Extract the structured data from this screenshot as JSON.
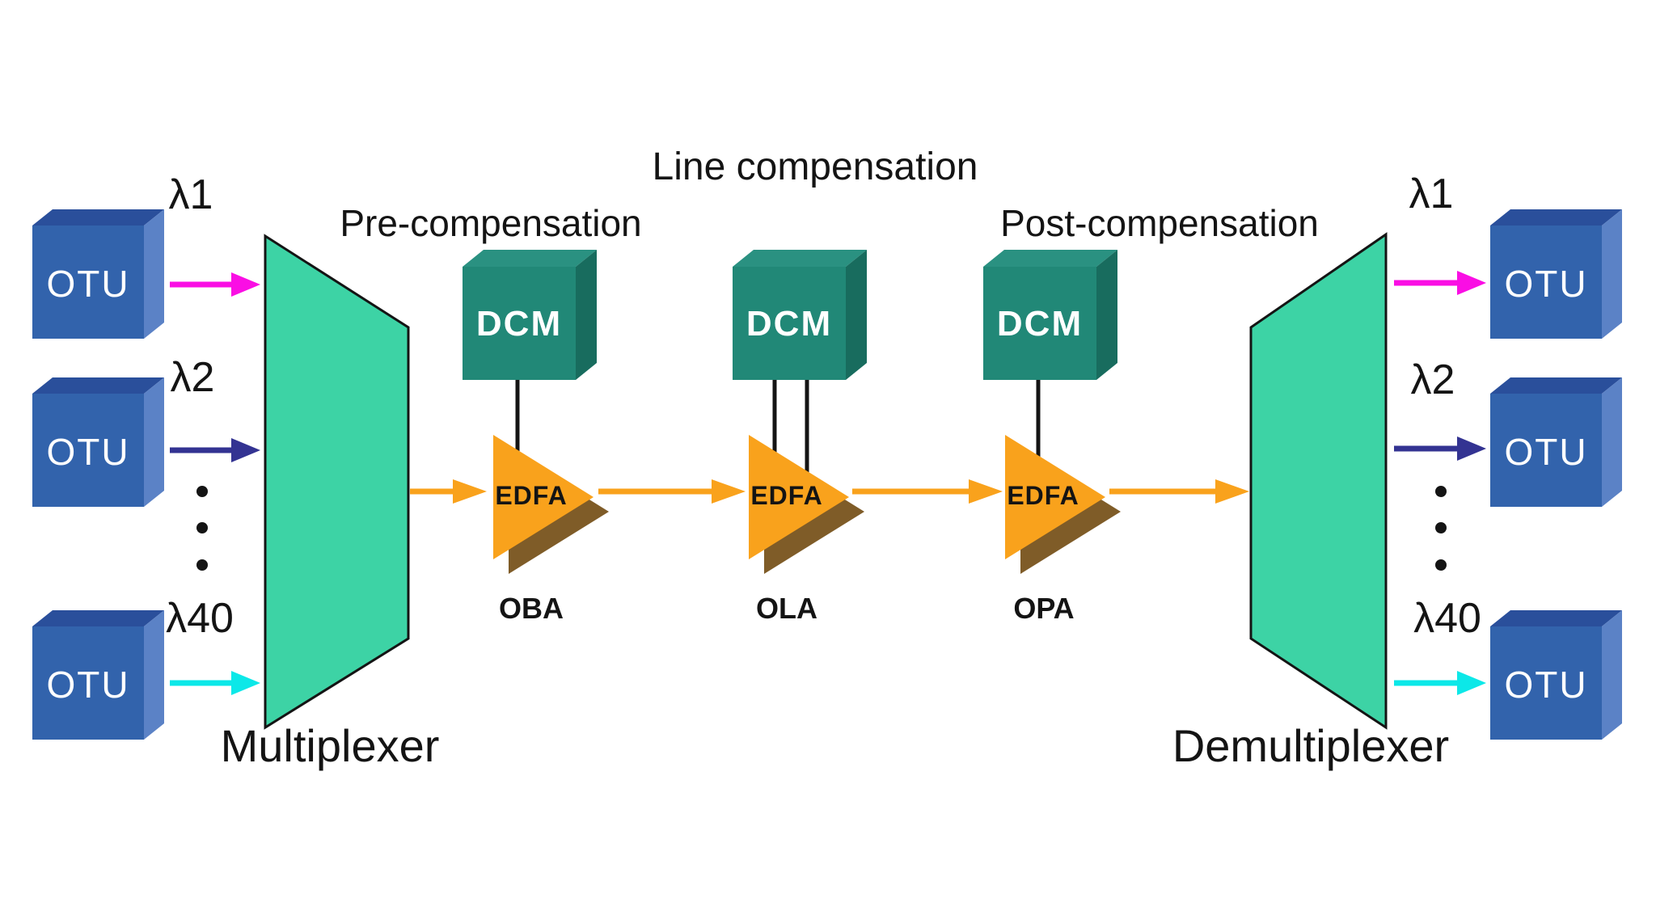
{
  "diagram": {
    "section_labels": {
      "pre": "Pre-compensation",
      "line": "Line compensation",
      "post": "Post-compensation"
    },
    "multiplexer_label": "Multiplexer",
    "demultiplexer_label": "Demultiplexer",
    "left_channels": [
      {
        "otu": "OTU",
        "wavelength": "λ1"
      },
      {
        "otu": "OTU",
        "wavelength": "λ2"
      },
      {
        "otu": "OTU",
        "wavelength": "λ40"
      }
    ],
    "right_channels": [
      {
        "otu": "OTU",
        "wavelength": "λ1"
      },
      {
        "otu": "OTU",
        "wavelength": "λ2"
      },
      {
        "otu": "OTU",
        "wavelength": "λ40"
      }
    ],
    "amplifier_stages": [
      {
        "dcm": "DCM",
        "edfa": "EDFA",
        "label": "OBA"
      },
      {
        "dcm": "DCM",
        "edfa": "EDFA",
        "label": "OLA"
      },
      {
        "dcm": "DCM",
        "edfa": "EDFA",
        "label": "OPA"
      }
    ],
    "colors": {
      "ink": "#141414",
      "otu_front": "#3263ac",
      "otu_top": "#2a4f9b",
      "otu_side": "#5b82c6",
      "mux_fill": "#3dd3a5",
      "dcm_front": "#218877",
      "dcm_top": "#2a9181",
      "dcm_side": "#186c5e",
      "edfa_fill": "#f9a21c",
      "edfa_shadow": "#7f5c28",
      "arrow_orange": "#f9a21c",
      "arrow_magenta": "#fa0ee4",
      "arrow_navy": "#333392",
      "arrow_cyan": "#0ce8e8"
    }
  }
}
